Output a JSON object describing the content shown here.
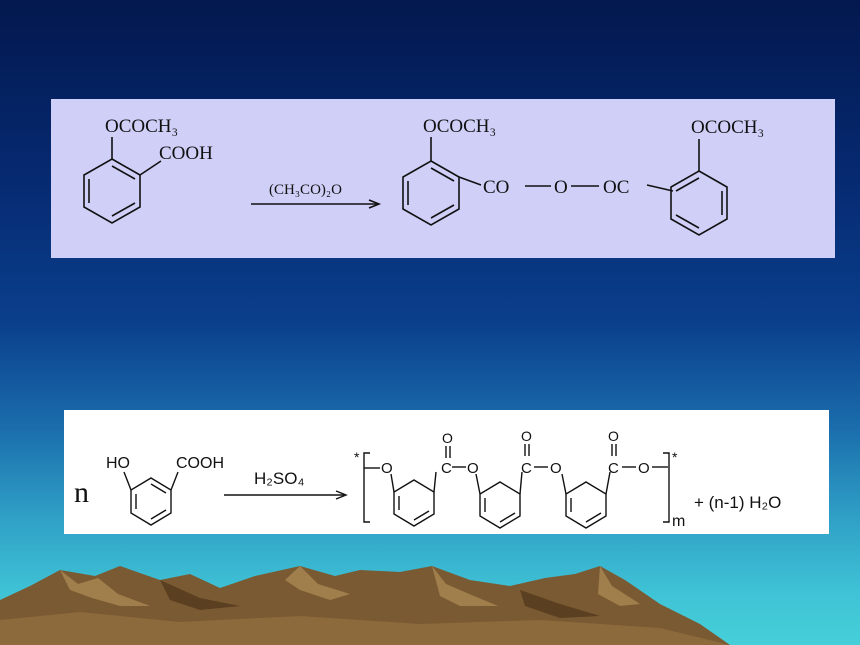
{
  "reaction1": {
    "reactant_sub1": "OCOCH₃",
    "reactant_sub2": "COOH",
    "reagent": "(CH₃CO)₂O",
    "product_left_sub": "OCOCH₃",
    "product_right_sub": "OCOCH₃",
    "bridge_co": "CO",
    "bridge_o": "O",
    "bridge_oc": "OC"
  },
  "reaction2": {
    "coefficient": "n",
    "reactant_ho": "HO",
    "reactant_cooh": "COOH",
    "reagent": "H₂SO₄",
    "end_star_left": "*",
    "end_star_right": "*",
    "carbonyl_o": "O",
    "carbonyl_c": "C",
    "ester_o": "O",
    "subscript": "m",
    "byproduct": "+ (n-1) H₂O"
  },
  "colors": {
    "panel1_bg": "#cfcff8",
    "panel2_bg": "#ffffff",
    "sky_top": "#03184e",
    "sky_bottom": "#45cfd8",
    "mountain": "#7a5a32"
  }
}
